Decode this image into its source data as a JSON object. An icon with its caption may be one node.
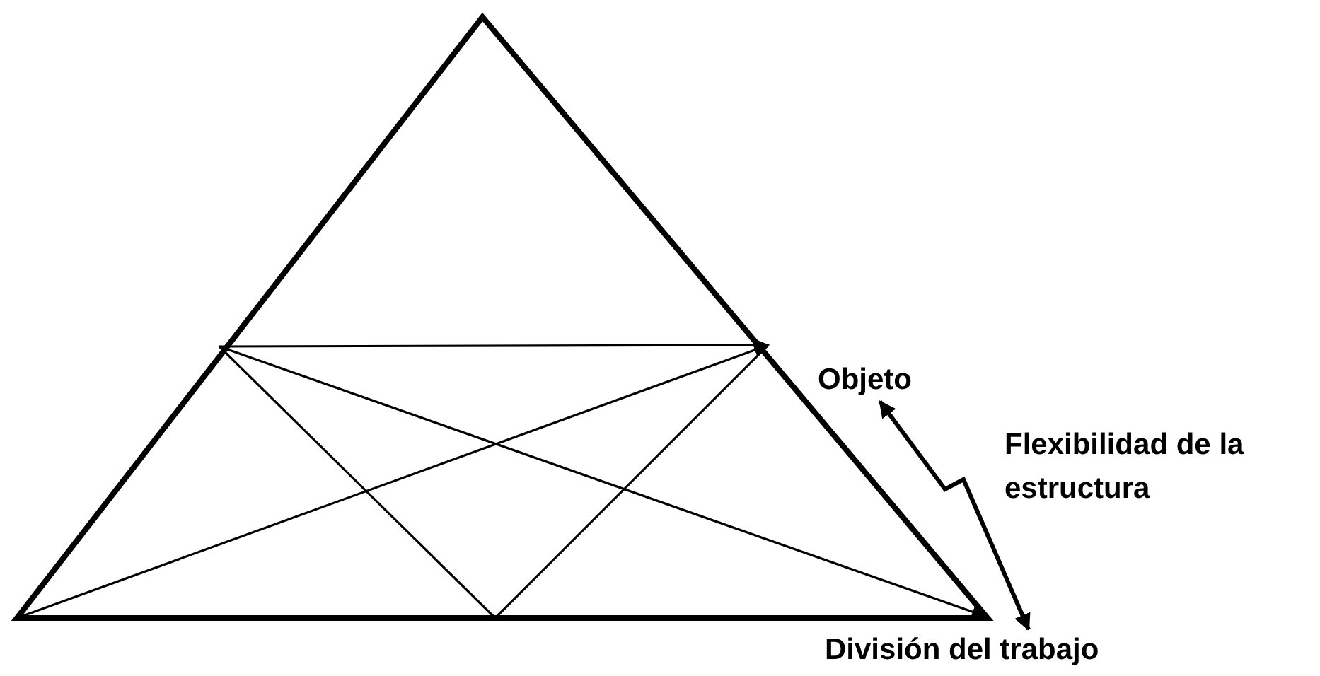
{
  "diagram": {
    "nodes": [
      {
        "text": [
          "Objeto"
        ]
      },
      {
        "text": [
          "División del trabajo"
        ]
      }
    ],
    "edges": [
      {
        "from": 0,
        "to": 1,
        "arrow": "both",
        "label": "Flexibilidad de la estructura"
      }
    ]
  }
}
